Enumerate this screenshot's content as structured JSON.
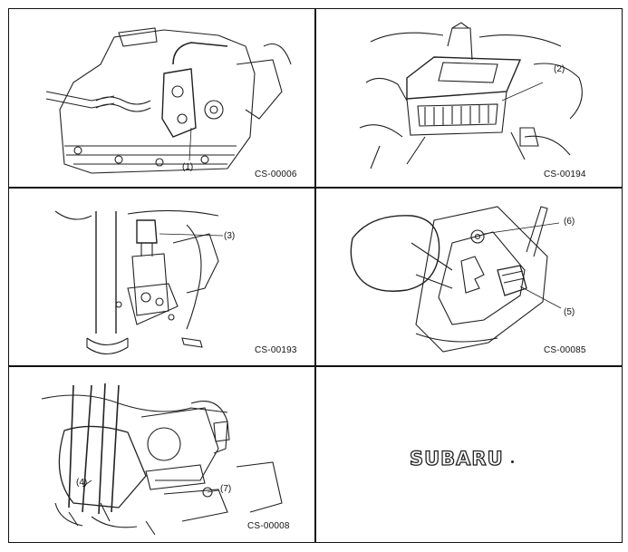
{
  "panels": [
    {
      "code": "CS-00006",
      "callouts": [
        "(1)"
      ]
    },
    {
      "code": "CS-00194",
      "callouts": [
        "(2)"
      ]
    },
    {
      "code": "CS-00193",
      "callouts": [
        "(3)"
      ]
    },
    {
      "code": "CS-00085",
      "callouts": [
        "(6)",
        "(5)"
      ]
    },
    {
      "code": "CS-00008",
      "callouts": [
        "(4)",
        "(7)"
      ]
    }
  ],
  "logo": {
    "text": "SUBARU"
  }
}
